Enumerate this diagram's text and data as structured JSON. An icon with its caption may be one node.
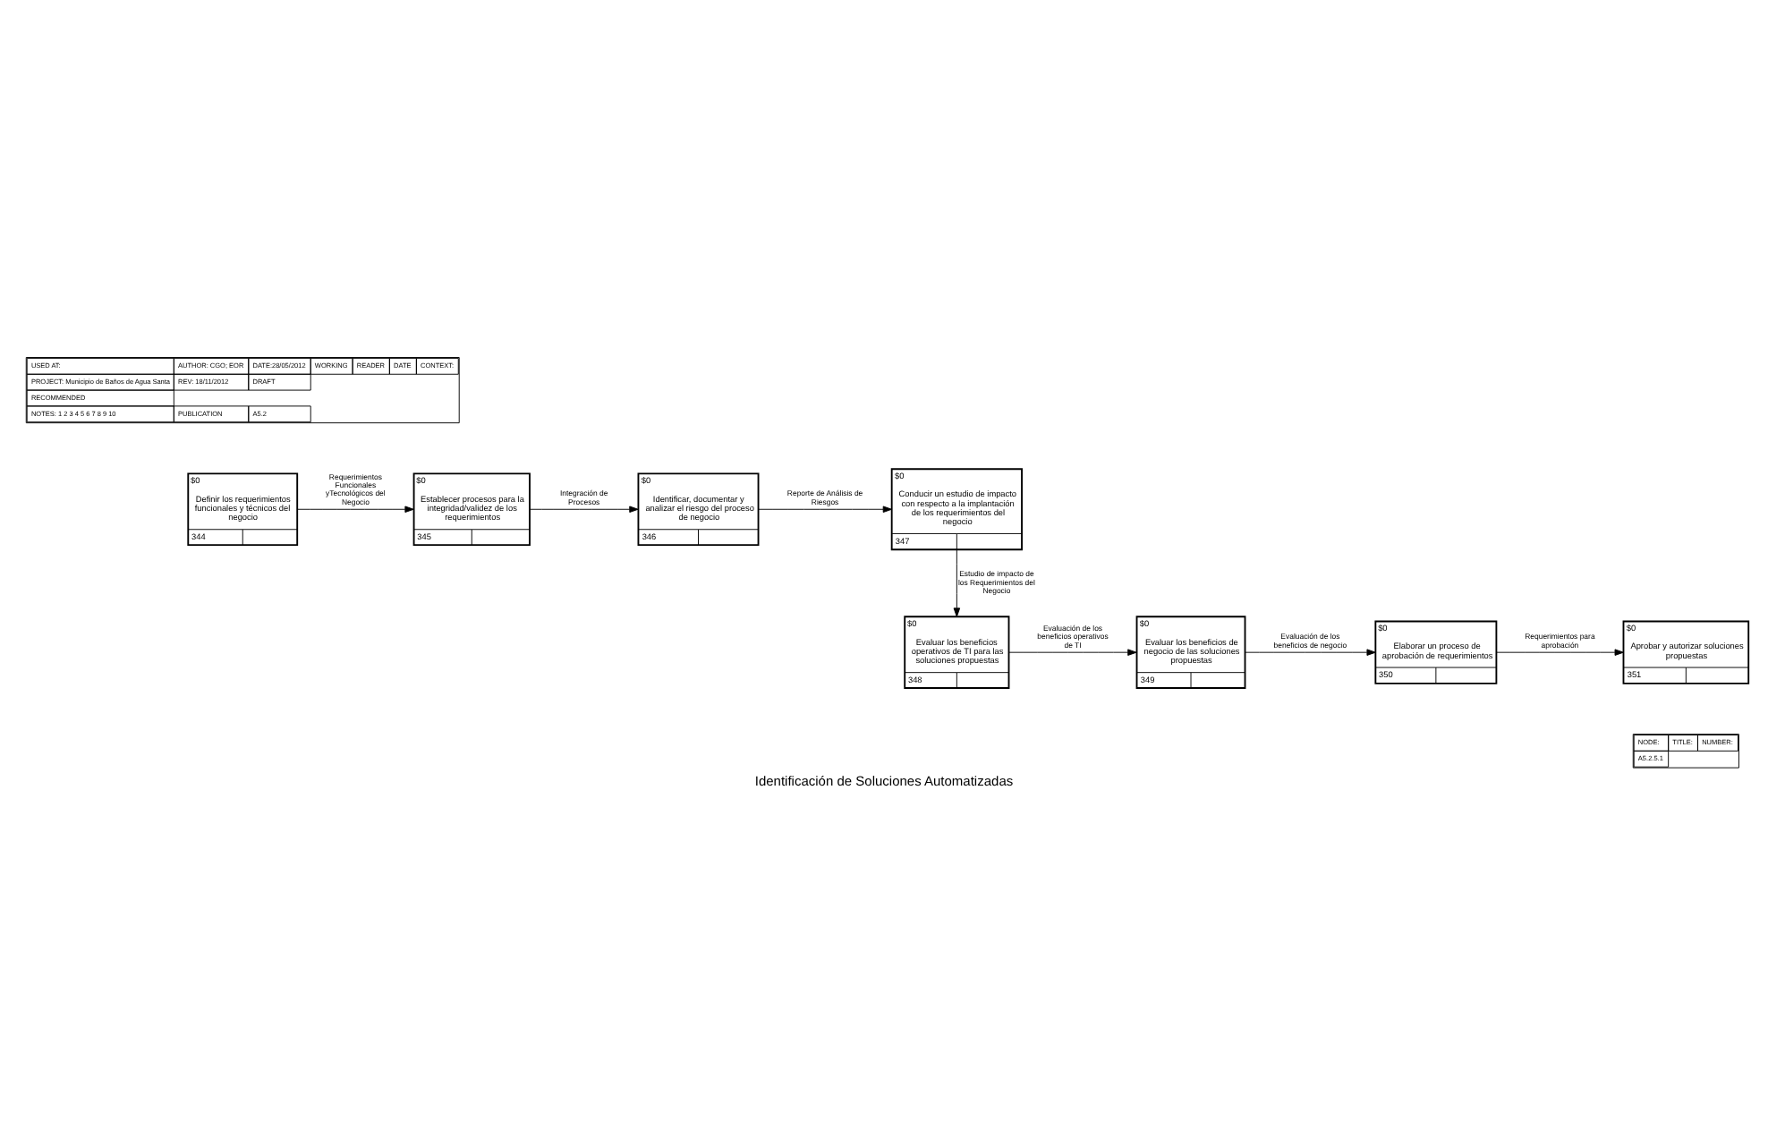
{
  "diagram": {
    "title": "Identificación de Soluciones Automatizadas",
    "nodes": [
      {
        "text": [
          "$0",
          "Definir los requerimientos funcionales y técnicos del negocio",
          "344"
        ]
      },
      {
        "text": [
          "$0",
          "Establecer procesos para la integridad/validez de los requerimientos",
          "345"
        ]
      },
      {
        "text": [
          "$0",
          "Identificar, documentar y analizar el riesgo del proceso de negocio",
          "346"
        ]
      },
      {
        "text": [
          "$0",
          "Conducir un estudio de impacto con respecto a la implantación de los requerimientos del negocio",
          "347"
        ]
      },
      {
        "text": [
          "$0",
          "Evaluar los beneficios operativos de TI para las soluciones propuestas",
          "348"
        ]
      },
      {
        "text": [
          "$0",
          "Evaluar los beneficios de negocio de las soluciones propuestas",
          "349"
        ]
      },
      {
        "text": [
          "$0",
          "Elaborar un proceso de aprobación de requerimientos",
          "350"
        ]
      },
      {
        "text": [
          "$0",
          "Aprobar y autorizar soluciones propuestas",
          "351"
        ]
      }
    ],
    "edges": [
      {
        "from": 0,
        "to": 1,
        "arrow": "to",
        "label": "Requerimientos Funcionales yTecnológicos del Negocio"
      },
      {
        "from": 1,
        "to": 2,
        "arrow": "to",
        "label": "Integración de Procesos"
      },
      {
        "from": 2,
        "to": 3,
        "arrow": "to",
        "label": "Reporte de Análisis de Riesgos"
      },
      {
        "from": 3,
        "to": 4,
        "arrow": "to",
        "label": "Estudio de impacto de los Requerimientos del Negocio"
      },
      {
        "from": 4,
        "to": 5,
        "arrow": "to",
        "label": "Evaluación de los beneficios operativos de TI"
      },
      {
        "from": 5,
        "to": 6,
        "arrow": "to",
        "label": "Evaluación de los beneficios de negocio"
      },
      {
        "from": 6,
        "to": 7,
        "arrow": "to",
        "label": "Requerimientos para aprobación"
      }
    ],
    "labels": [
      "USED AT:",
      "AUTHOR: CGO; EOR",
      "DATE:28/05/2012",
      "WORKING",
      "READER",
      "DATE",
      "CONTEXT:",
      "PROJECT: Municipio de Baños de Agua Santa",
      "REV: 18/11/2012",
      "DRAFT",
      "RECOMMENDED",
      "NOTES: 1 2 3 4 5 6 7 8 9 10",
      "PUBLICATION",
      "A5.2",
      "NODE:",
      "A5.2.5.1",
      "TITLE:",
      "NUMBER:"
    ]
  }
}
